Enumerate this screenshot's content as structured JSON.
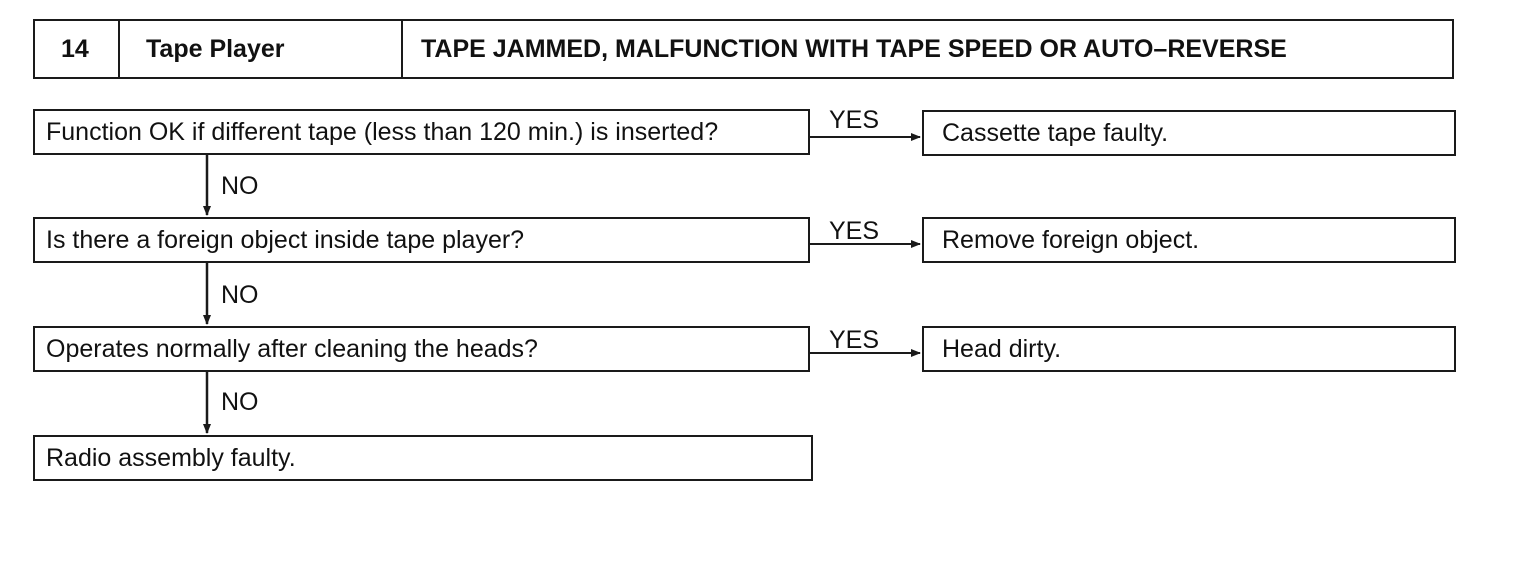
{
  "header": {
    "number": "14",
    "system": "Tape Player",
    "title": "TAPE JAMMED, MALFUNCTION WITH TAPE SPEED OR AUTO–REVERSE"
  },
  "flow": {
    "questions": [
      "Function OK if different tape (less than 120 min.) is inserted?",
      "Is there a foreign object inside tape player?",
      "Operates normally after cleaning the heads?"
    ],
    "yes_results": [
      "Cassette tape faulty.",
      "Remove foreign object.",
      "Head dirty."
    ],
    "final_result": "Radio assembly faulty.",
    "yes_label": "YES",
    "no_label": "NO"
  }
}
